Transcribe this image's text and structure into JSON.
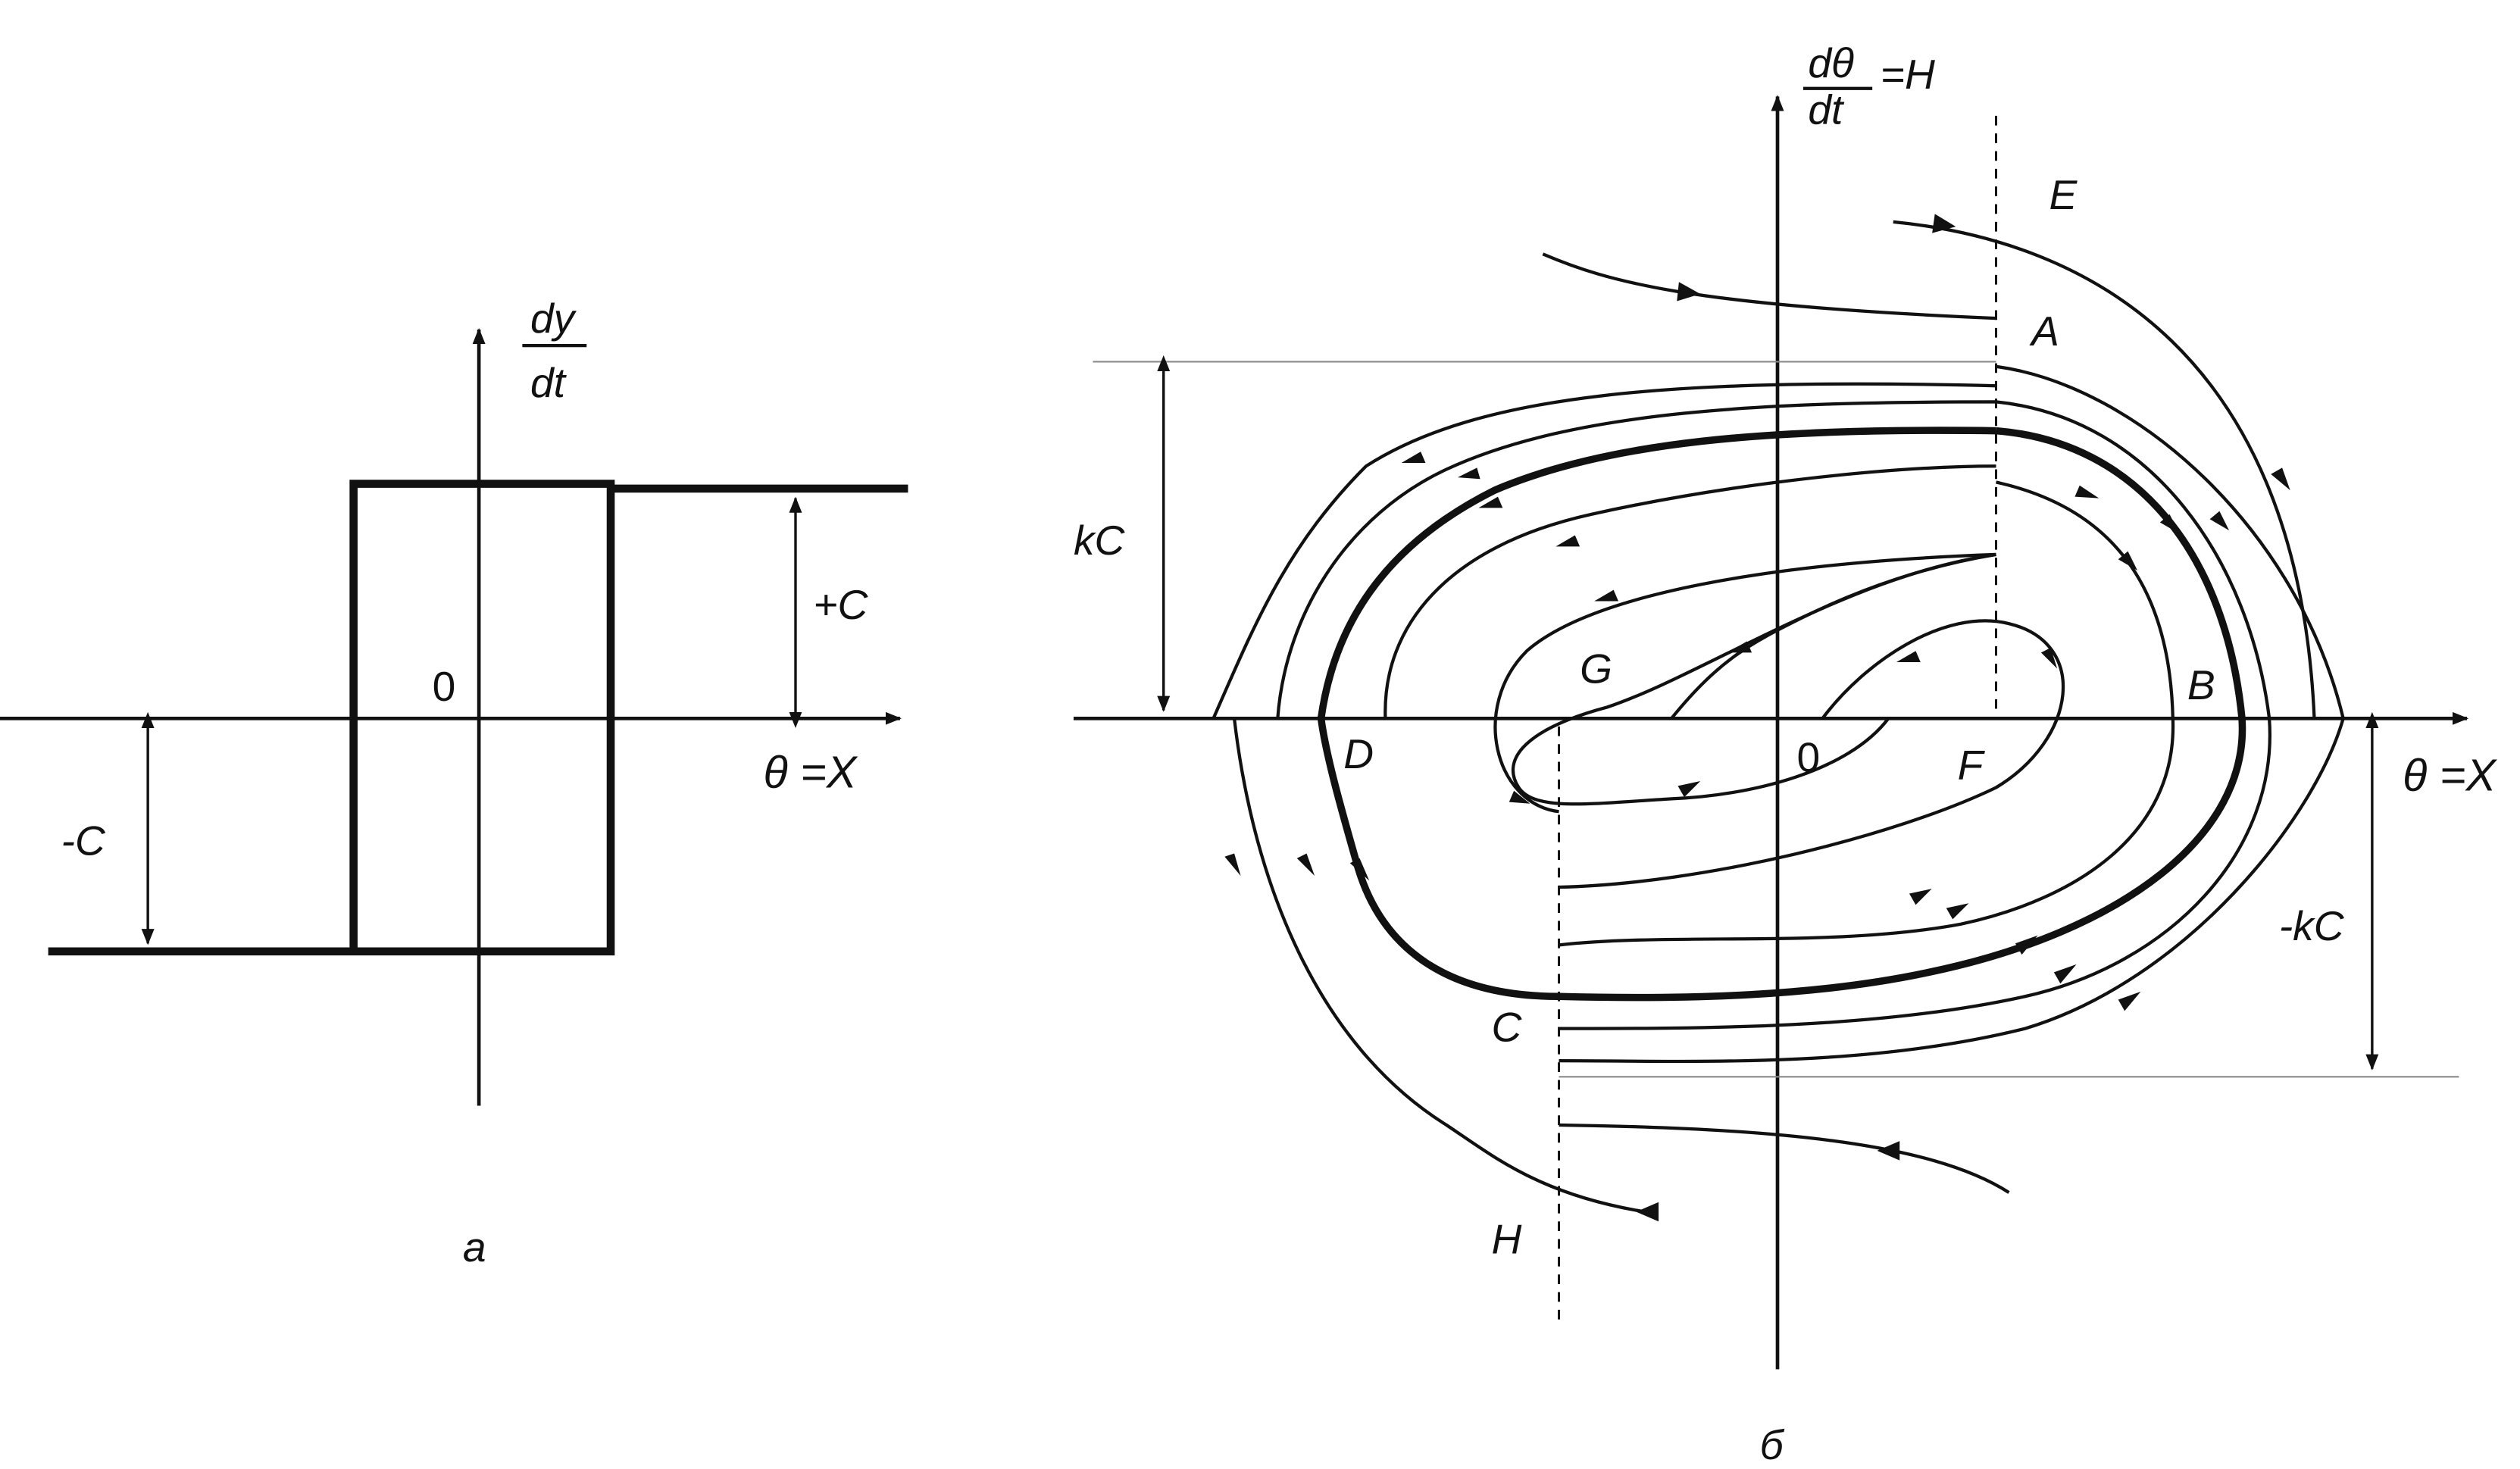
{
  "panel_a": {
    "y_axis_label_numerator": "dy",
    "y_axis_label_denominator": "dt",
    "x_axis_label": "θ =X",
    "origin_label": "0",
    "plus_c_label": "+C",
    "minus_c_label": "-C",
    "caption": "a"
  },
  "panel_b": {
    "y_axis_label_numerator": "dθ",
    "y_axis_label_denominator": "dt",
    "y_axis_label_suffix": "=H",
    "x_axis_label": "θ =X",
    "origin_label": "0",
    "kc_label": "kC",
    "minus_kc_label": "-kC",
    "caption": "б",
    "point_labels": {
      "A": "A",
      "B": "B",
      "C": "C",
      "D": "D",
      "E": "E",
      "F": "F",
      "G": "G",
      "H": "H"
    }
  },
  "colors": {
    "ink": "#111111",
    "background": "#ffffff",
    "guide": "#8a8a8a"
  }
}
